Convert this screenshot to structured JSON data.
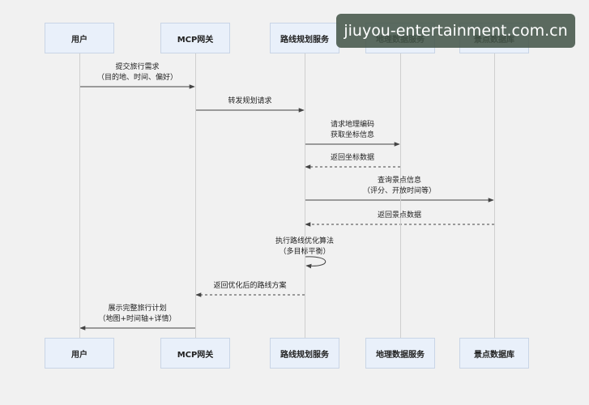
{
  "participants": [
    "用户",
    "MCP网关",
    "路线规划服务",
    "地理数据服务",
    "景点数据库"
  ],
  "messages": [
    {
      "from": 0,
      "to": 1,
      "lines": [
        "提交旅行需求",
        "（目的地、时间、偏好）"
      ],
      "style": "solid"
    },
    {
      "from": 1,
      "to": 2,
      "lines": [
        "转发规划请求"
      ],
      "style": "solid"
    },
    {
      "from": 2,
      "to": 3,
      "lines": [
        "请求地理编码",
        "获取坐标信息"
      ],
      "style": "solid"
    },
    {
      "from": 3,
      "to": 2,
      "lines": [
        "返回坐标数据"
      ],
      "style": "dashed"
    },
    {
      "from": 2,
      "to": 4,
      "lines": [
        "查询景点信息",
        "（评分、开放时间等）"
      ],
      "style": "solid"
    },
    {
      "from": 4,
      "to": 2,
      "lines": [
        "返回景点数据"
      ],
      "style": "dashed"
    },
    {
      "from": 2,
      "to": 2,
      "lines": [
        "执行路线优化算法",
        "（多目标平衡）"
      ],
      "style": "self"
    },
    {
      "from": 2,
      "to": 1,
      "lines": [
        "返回优化后的路线方案"
      ],
      "style": "dashed"
    },
    {
      "from": 1,
      "to": 0,
      "lines": [
        "展示完整旅行计划",
        "（地图+时间轴+详情）"
      ],
      "style": "solid"
    }
  ],
  "watermark": "jiuyou-entertainment.com.cn",
  "colors": {
    "box_fill": "#e9f0fa",
    "box_border": "#c9d5e6",
    "line": "#444444"
  }
}
